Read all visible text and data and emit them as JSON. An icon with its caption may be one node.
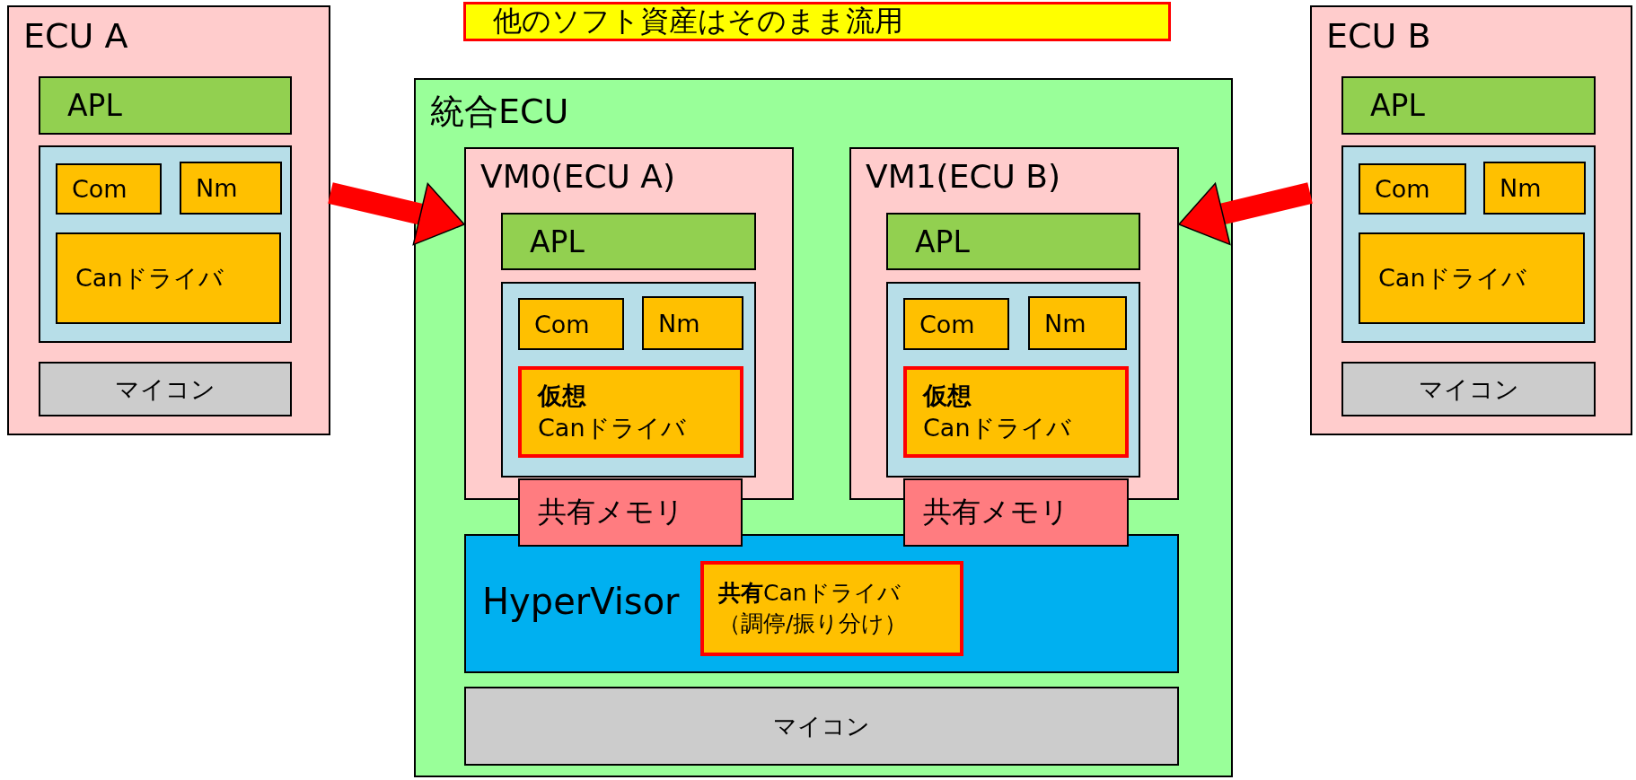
{
  "diagram": {
    "nodes": [
      {
        "text": [
          "他のソフト資産はそのまま流用"
        ]
      },
      {
        "text": [
          "ECU A"
        ]
      },
      {
        "text": [
          "APL"
        ],
        "in": 1
      },
      {
        "text": [],
        "shape": "box",
        "in": 1
      },
      {
        "text": [
          "Com"
        ],
        "in": 3
      },
      {
        "text": [
          "Nm"
        ],
        "in": 3
      },
      {
        "text": [
          "Canドライバ"
        ],
        "in": 3
      },
      {
        "text": [
          "マイコン"
        ],
        "in": 1
      },
      {
        "text": [
          "統合ECU"
        ]
      },
      {
        "text": [
          "VM0(ECU A)"
        ],
        "in": 8
      },
      {
        "text": [
          "APL"
        ],
        "in": 9
      },
      {
        "text": [],
        "shape": "box",
        "in": 9
      },
      {
        "text": [
          "Com"
        ],
        "in": 11
      },
      {
        "text": [
          "Nm"
        ],
        "in": 11
      },
      {
        "text": [
          "仮想",
          "Canドライバ"
        ],
        "in": 11
      },
      {
        "text": [
          "共有メモリ"
        ],
        "in": 8
      },
      {
        "text": [
          "VM1(ECU B)"
        ],
        "in": 8
      },
      {
        "text": [
          "APL"
        ],
        "in": 16
      },
      {
        "text": [],
        "shape": "box",
        "in": 16
      },
      {
        "text": [
          "Com"
        ],
        "in": 18
      },
      {
        "text": [
          "Nm"
        ],
        "in": 18
      },
      {
        "text": [
          "仮想",
          "Canドライバ"
        ],
        "in": 18
      },
      {
        "text": [
          "共有メモリ"
        ],
        "in": 8
      },
      {
        "text": [
          "HyperVisor"
        ],
        "in": 8
      },
      {
        "text": [
          "**共有**Canドライバ",
          "（調停/振り分け）"
        ],
        "in": 23
      },
      {
        "text": [
          "マイコン"
        ],
        "in": 8
      },
      {
        "text": [
          "ECU B"
        ]
      },
      {
        "text": [
          "APL"
        ],
        "in": 26
      },
      {
        "text": [],
        "shape": "box",
        "in": 26
      },
      {
        "text": [
          "Com"
        ],
        "in": 28
      },
      {
        "text": [
          "Nm"
        ],
        "in": 28
      },
      {
        "text": [
          "Canドライバ"
        ],
        "in": 28
      },
      {
        "text": [
          "マイコン"
        ],
        "in": 26
      }
    ],
    "edges": [
      {
        "from": 1,
        "to": 9,
        "arrow": "to",
        "color": "#ff0000"
      },
      {
        "from": 26,
        "to": 16,
        "arrow": "to",
        "color": "#ff0000"
      }
    ]
  }
}
